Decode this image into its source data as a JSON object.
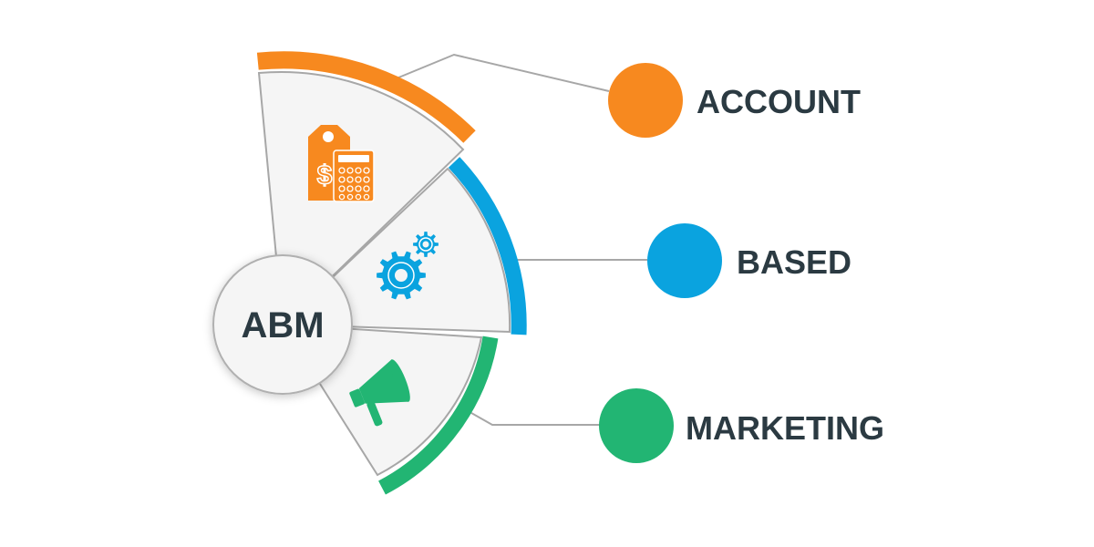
{
  "center": {
    "label": "ABM"
  },
  "segments": [
    {
      "label": "ACCOUNT",
      "color": "#f7891f",
      "icon": "price-tag-calculator-icon"
    },
    {
      "label": "BASED",
      "color": "#0aa3df",
      "icon": "gears-icon"
    },
    {
      "label": "MARKETING",
      "color": "#22b573",
      "icon": "megaphone-icon"
    }
  ],
  "colors": {
    "segment_fill": "#f5f5f5",
    "segment_stroke": "#a7a7a7",
    "text": "#2b3a42"
  }
}
